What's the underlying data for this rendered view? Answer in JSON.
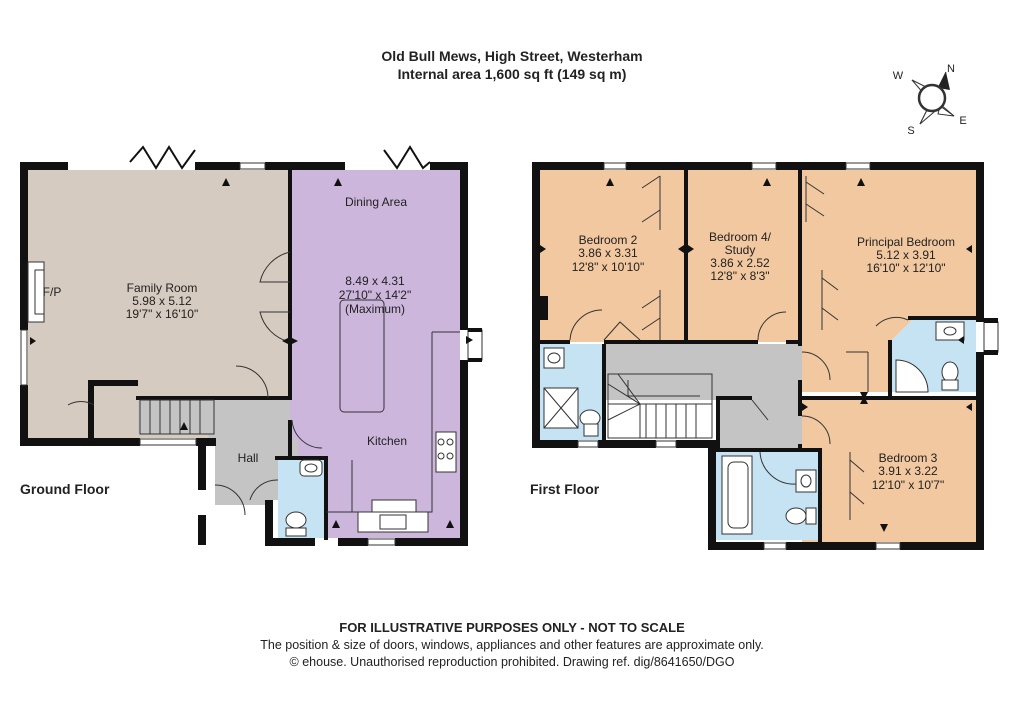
{
  "header": {
    "address": "Old Bull Mews, High Street, Westerham",
    "area": "Internal area 1,600 sq ft (149 sq m)"
  },
  "compass": {
    "n": "N",
    "e": "E",
    "s": "S",
    "w": "W"
  },
  "ground_floor": {
    "label": "Ground Floor",
    "family_room": {
      "name": "Family Room",
      "metric": "5.98 x 5.12",
      "imperial": "19'7\" x 16'10\""
    },
    "fireplace": "F/P",
    "dining_area": "Dining Area",
    "kitchen_dims": {
      "metric": "8.49 x 4.31",
      "imperial": "27'10\" x 14'2\"",
      "note": "(Maximum)"
    },
    "kitchen": "Kitchen",
    "hall": "Hall"
  },
  "first_floor": {
    "label": "First Floor",
    "bedroom2": {
      "name": "Bedroom 2",
      "metric": "3.86 x 3.31",
      "imperial": "12'8\" x 10'10\""
    },
    "bedroom4": {
      "name_line1": "Bedroom 4/",
      "name_line2": "Study",
      "metric": "3.86 x 2.52",
      "imperial": "12'8\" x 8'3\""
    },
    "principal": {
      "name": "Principal Bedroom",
      "metric": "5.12 x 3.91",
      "imperial": "16'10\" x 12'10\""
    },
    "bedroom3": {
      "name": "Bedroom 3",
      "metric": "3.91 x 3.22",
      "imperial": "12'10\" x 10'7\""
    }
  },
  "colors": {
    "family": "#d6cbc0",
    "kitchen": "#cdb6dc",
    "bedroom": "#f2c8a0",
    "bathroom": "#c5e3f2",
    "circulation": "#c4c4c4",
    "wall": "#111111"
  },
  "footer": {
    "disclaimer": "FOR ILLUSTRATIVE PURPOSES ONLY - NOT TO SCALE",
    "line2": "The position & size of doors, windows, appliances and other features are approximate only.",
    "line3": "© ehouse. Unauthorised reproduction prohibited. Drawing ref. dig/8641650/DGO"
  }
}
